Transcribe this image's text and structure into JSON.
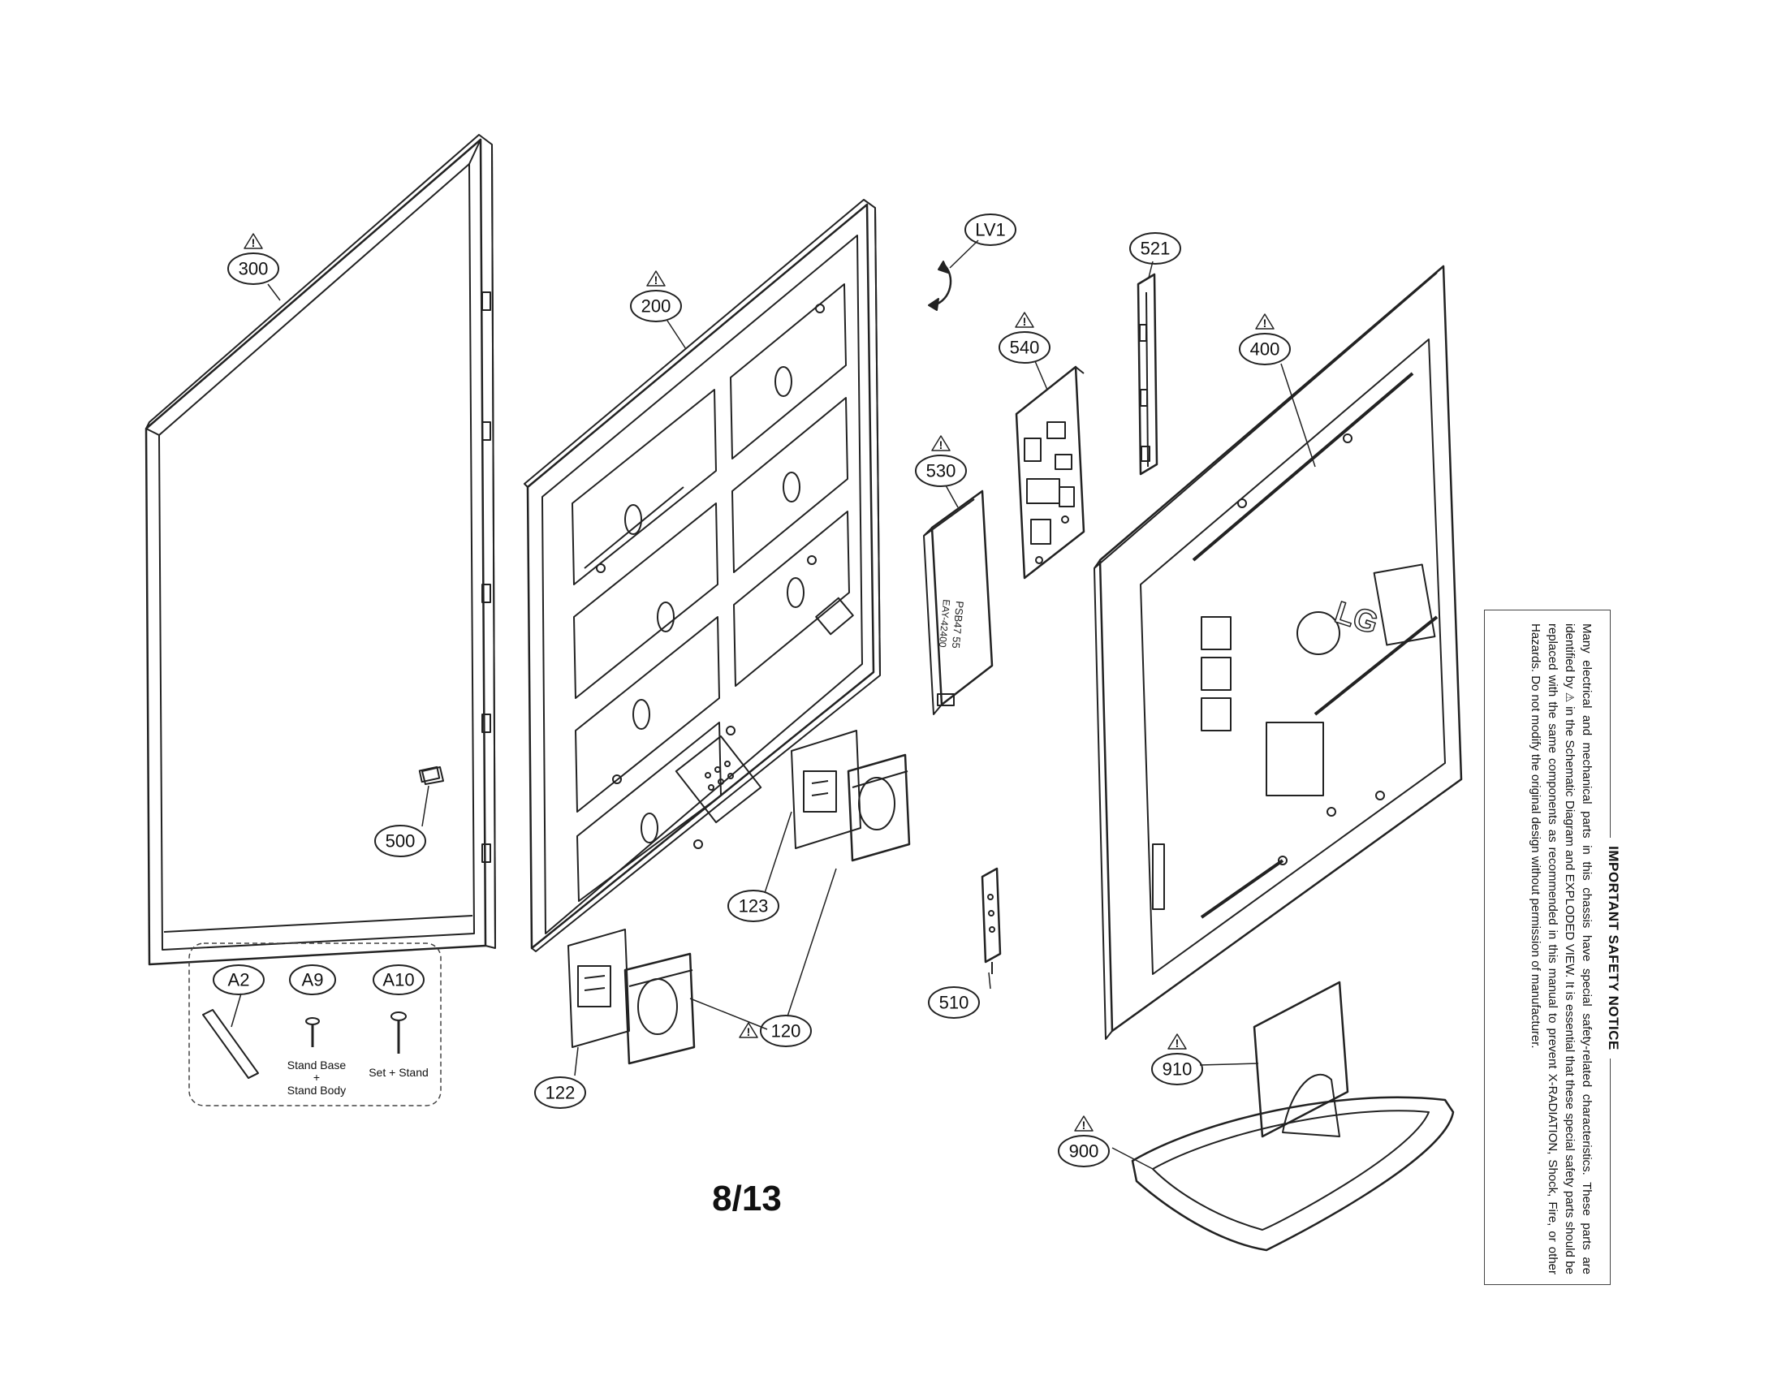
{
  "parts": [
    {
      "id": "p300",
      "label": "300",
      "warning": true
    },
    {
      "id": "p200",
      "label": "200",
      "warning": true
    },
    {
      "id": "pLV1",
      "label": "LV1",
      "warning": false
    },
    {
      "id": "p540",
      "label": "540",
      "warning": true
    },
    {
      "id": "p521",
      "label": "521",
      "warning": false
    },
    {
      "id": "p400",
      "label": "400",
      "warning": true
    },
    {
      "id": "p530",
      "label": "530",
      "warning": true
    },
    {
      "id": "p500",
      "label": "500",
      "warning": false
    },
    {
      "id": "p123",
      "label": "123",
      "warning": false
    },
    {
      "id": "p510",
      "label": "510",
      "warning": false
    },
    {
      "id": "p120",
      "label": "120",
      "warning": true
    },
    {
      "id": "p122",
      "label": "122",
      "warning": false
    },
    {
      "id": "p910",
      "label": "910",
      "warning": true
    },
    {
      "id": "p900",
      "label": "900",
      "warning": true
    }
  ],
  "fasteners": [
    {
      "label": "A2",
      "caption": []
    },
    {
      "label": "A9",
      "caption": [
        "Stand Base",
        "+",
        "Stand Body"
      ]
    },
    {
      "label": "A10",
      "caption": [
        "Set + Stand"
      ]
    }
  ],
  "warning_symbol": "!",
  "logo_text": "LG",
  "board_marks": [
    "PSB47 55",
    "EAY-42400"
  ],
  "page_number": "8/13",
  "safety_notice": {
    "title": "IMPORTANT SAFETY NOTICE",
    "text_before_symbol": "Many electrical and mechanical parts in this chassis have special safety-related characteristics. These parts are identified by",
    "symbol": "⚠",
    "text_after_symbol": "in the Schematic Diagram and EXPLODED VIEW. It is essential that these special safety parts should be replaced with the same components as recommended in this manual to prevent X-RADIATION, Shock, Fire, or other Hazards. Do not modify the original design without permission of manufacturer."
  }
}
